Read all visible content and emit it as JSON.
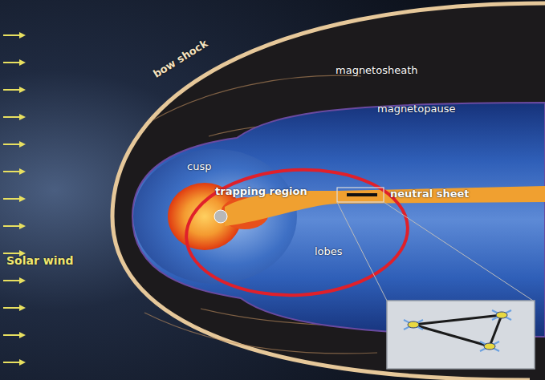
{
  "diagram": {
    "labels": [
      "bow shock",
      "magnetosheath",
      "magnetopause",
      "cusp",
      "trapping region",
      "neutral sheet",
      "lobes",
      "Solar wind"
    ]
  }
}
